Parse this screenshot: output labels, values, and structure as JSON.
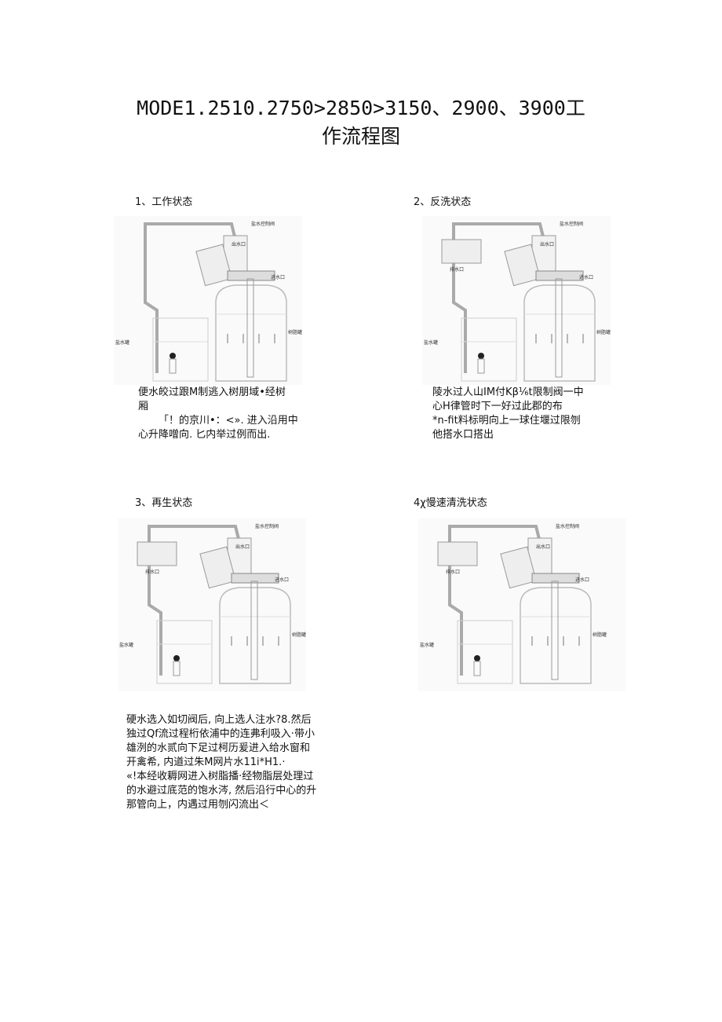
{
  "title": {
    "line1": "MODE1.2510.2750>2850>3150、2900、3900工",
    "line2": "作流程图"
  },
  "sections": [
    {
      "heading": "1、工作状态",
      "labels": {
        "valve": "盐水控制阀",
        "outlet": "出水口",
        "inlet": "进水口",
        "brine_tank": "盐水罐",
        "resin_tank": "树脂罐",
        "drain": ""
      },
      "text": [
        "便水皎过跟M制逃入树朋域•经树",
        "厢",
        "「！的京川•：<». 进入沿用中",
        "心升降噌向. 匕内举过例而出."
      ]
    },
    {
      "heading": "2、反洗状态",
      "labels": {
        "valve": "盐水控制阀",
        "outlet": "出水口",
        "inlet": "进水口",
        "brine_tank": "盐水罐",
        "resin_tank": "树脂罐",
        "drain": "排水口"
      },
      "text": [
        "陵水过人山IM付Kβ⅙t限制阀一中",
        "心H律管时下一好过此郡的布",
        "*n-fit料标明向上一球住堰过限刎",
        "他搭水口搭出"
      ]
    },
    {
      "heading": "3、再生状态",
      "labels": {
        "valve": "盐水控制阀",
        "outlet": "出水口",
        "inlet": "进水口",
        "brine_tank": "盐水罐",
        "resin_tank": "树脂罐",
        "drain": "排水口"
      },
      "text": [
        "硬水选入如切阀后, 向上选人注水?8.然后",
        "独过Qf流过程桁依浦中的连弗利吸入·带小",
        "雄洌的水贰向下足过柯历爰进入给水窗和",
        "开禽希, 内道过朱M网片水11i*H1.·",
        "«!本经收耨网进入树脂播·经物脂层处理过",
        "的水避过底范的饱水涔, 然后沿行中心的升",
        "那管向上，内遇过用刎闪流出＜"
      ]
    },
    {
      "heading": "4χ慢速清洗状态",
      "labels": {
        "valve": "盐水控制阀",
        "outlet": "出水口",
        "inlet": "进水口",
        "brine_tank": "盐水罐",
        "resin_tank": "树脂罐",
        "drain": "排水口"
      },
      "text": []
    }
  ]
}
